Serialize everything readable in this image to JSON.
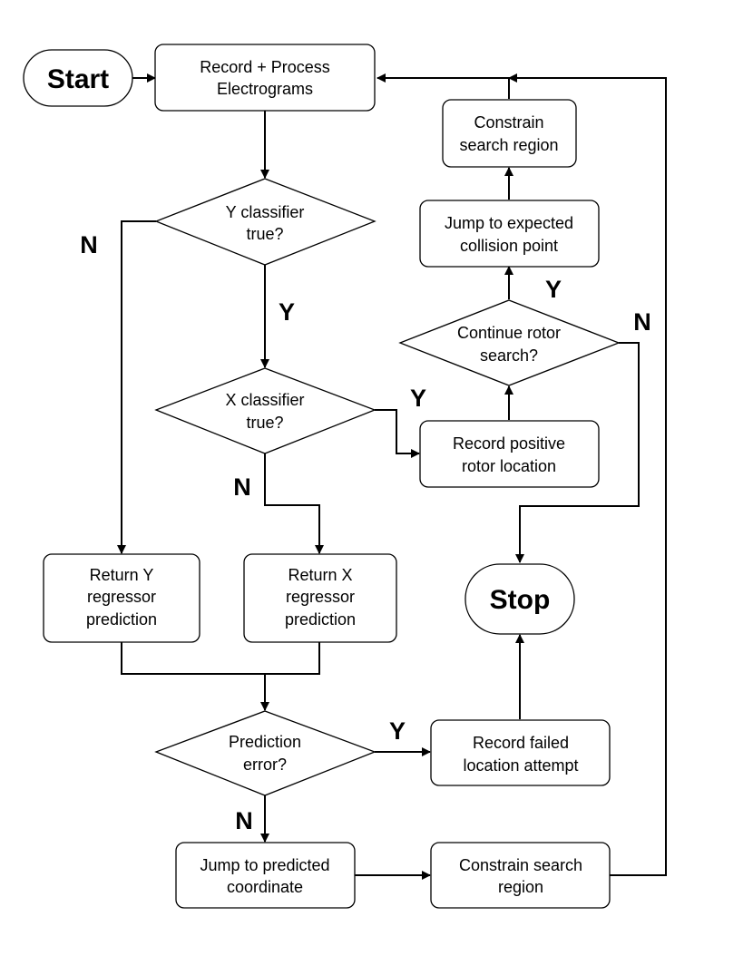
{
  "nodes": {
    "start": {
      "label": "Start"
    },
    "record_process": {
      "line1": "Record + Process",
      "line2": "Electrograms"
    },
    "y_classifier": {
      "line1": "Y classifier",
      "line2": "true?"
    },
    "x_classifier": {
      "line1": "X classifier",
      "line2": "true?"
    },
    "return_y": {
      "line1": "Return Y",
      "line2": "regressor",
      "line3": "prediction"
    },
    "return_x": {
      "line1": "Return X",
      "line2": "regressor",
      "line3": "prediction"
    },
    "prediction_error": {
      "line1": "Prediction",
      "line2": "error?"
    },
    "jump_predicted": {
      "line1": "Jump to predicted",
      "line2": "coordinate"
    },
    "constrain_bottom": {
      "line1": "Constrain search",
      "line2": "region"
    },
    "record_failed": {
      "line1": "Record failed",
      "line2": "location attempt"
    },
    "stop": {
      "label": "Stop"
    },
    "record_positive": {
      "line1": "Record positive",
      "line2": "rotor location"
    },
    "continue_search": {
      "line1": "Continue rotor",
      "line2": "search?"
    },
    "jump_collision": {
      "line1": "Jump to expected",
      "line2": "collision point"
    },
    "constrain_top": {
      "line1": "Constrain",
      "line2": "search region"
    }
  },
  "edge_labels": {
    "y_class_no": "N",
    "y_class_yes": "Y",
    "x_class_yes": "Y",
    "x_class_no": "N",
    "continue_yes": "Y",
    "continue_no": "N",
    "pred_error_yes": "Y",
    "pred_error_no": "N"
  }
}
